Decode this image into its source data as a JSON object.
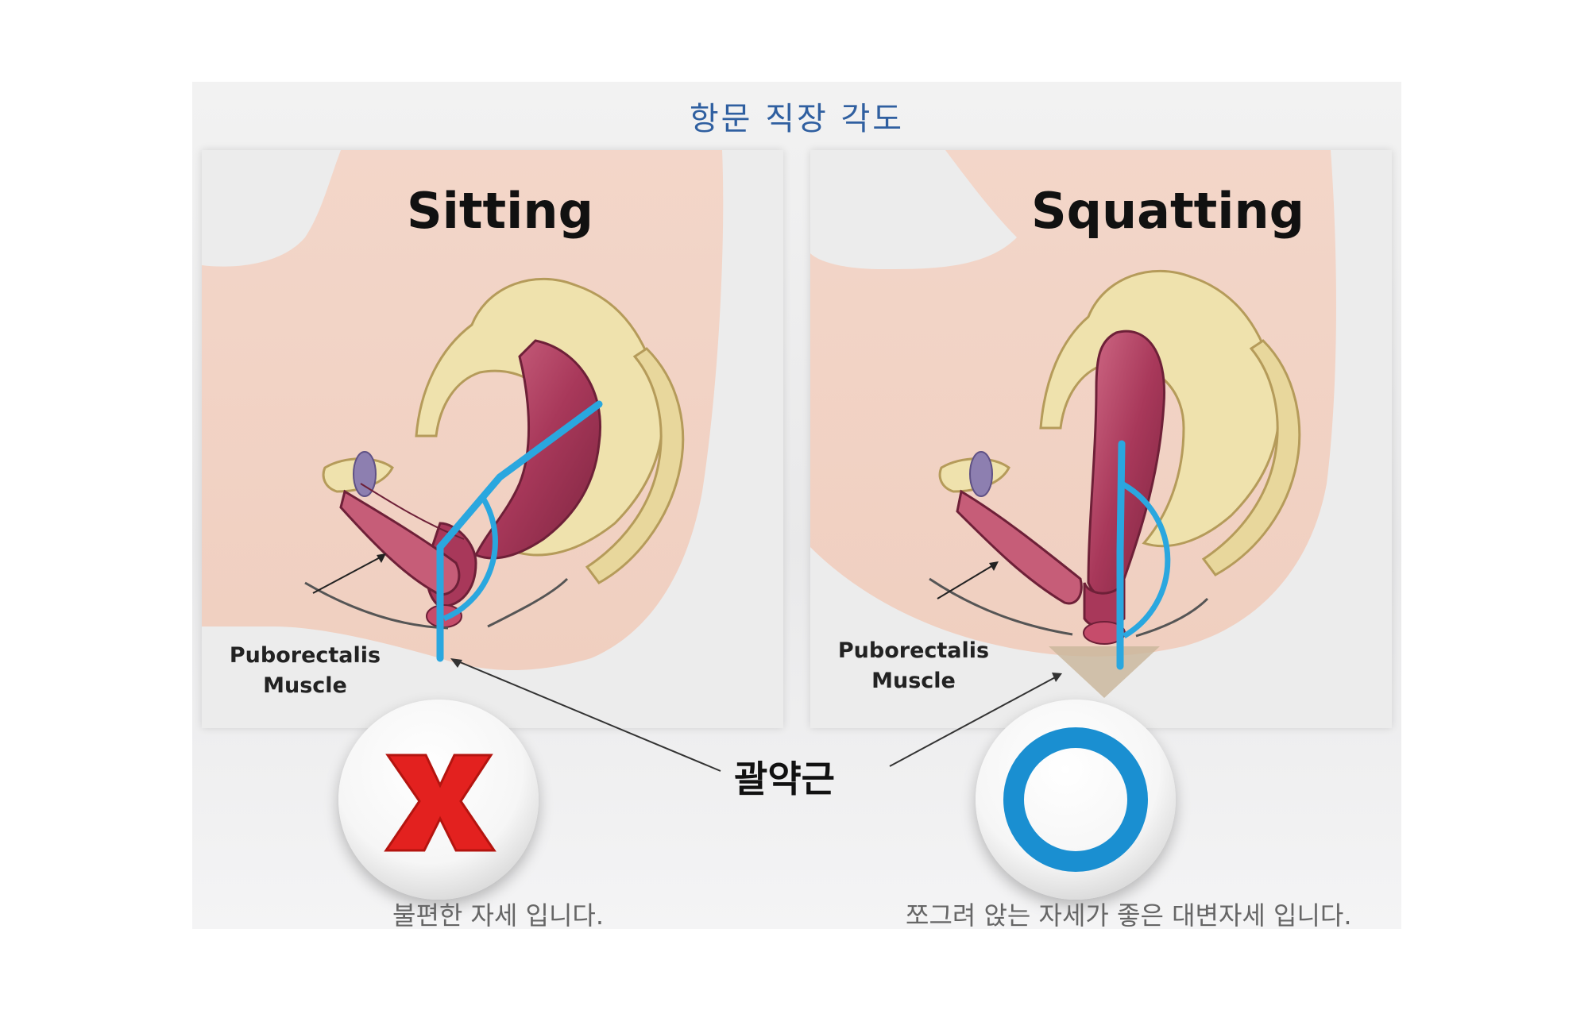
{
  "title": "항문 직장 각도",
  "left_panel": {
    "heading": "Sitting",
    "muscle_label_line1": "Puborectalis",
    "muscle_label_line2": "Muscle",
    "verdict_icon": "x-mark-icon",
    "caption": "불편한 자세 입니다."
  },
  "right_panel": {
    "heading": "Squatting",
    "muscle_label_line1": "Puborectalis",
    "muscle_label_line2": "Muscle",
    "verdict_icon": "circle-o-icon",
    "caption": "쪼그려 앉는 자세가 좋은 대변자세 입니다."
  },
  "center_label": "괄약근",
  "colors": {
    "title": "#2f5fa0",
    "angle_line": "#2aa7df",
    "x_mark": "#e3211f",
    "o_mark": "#1a8fd1",
    "skin": "#f5d9cc",
    "bone": "#f1e5b2",
    "muscle": "#b23f5e"
  }
}
